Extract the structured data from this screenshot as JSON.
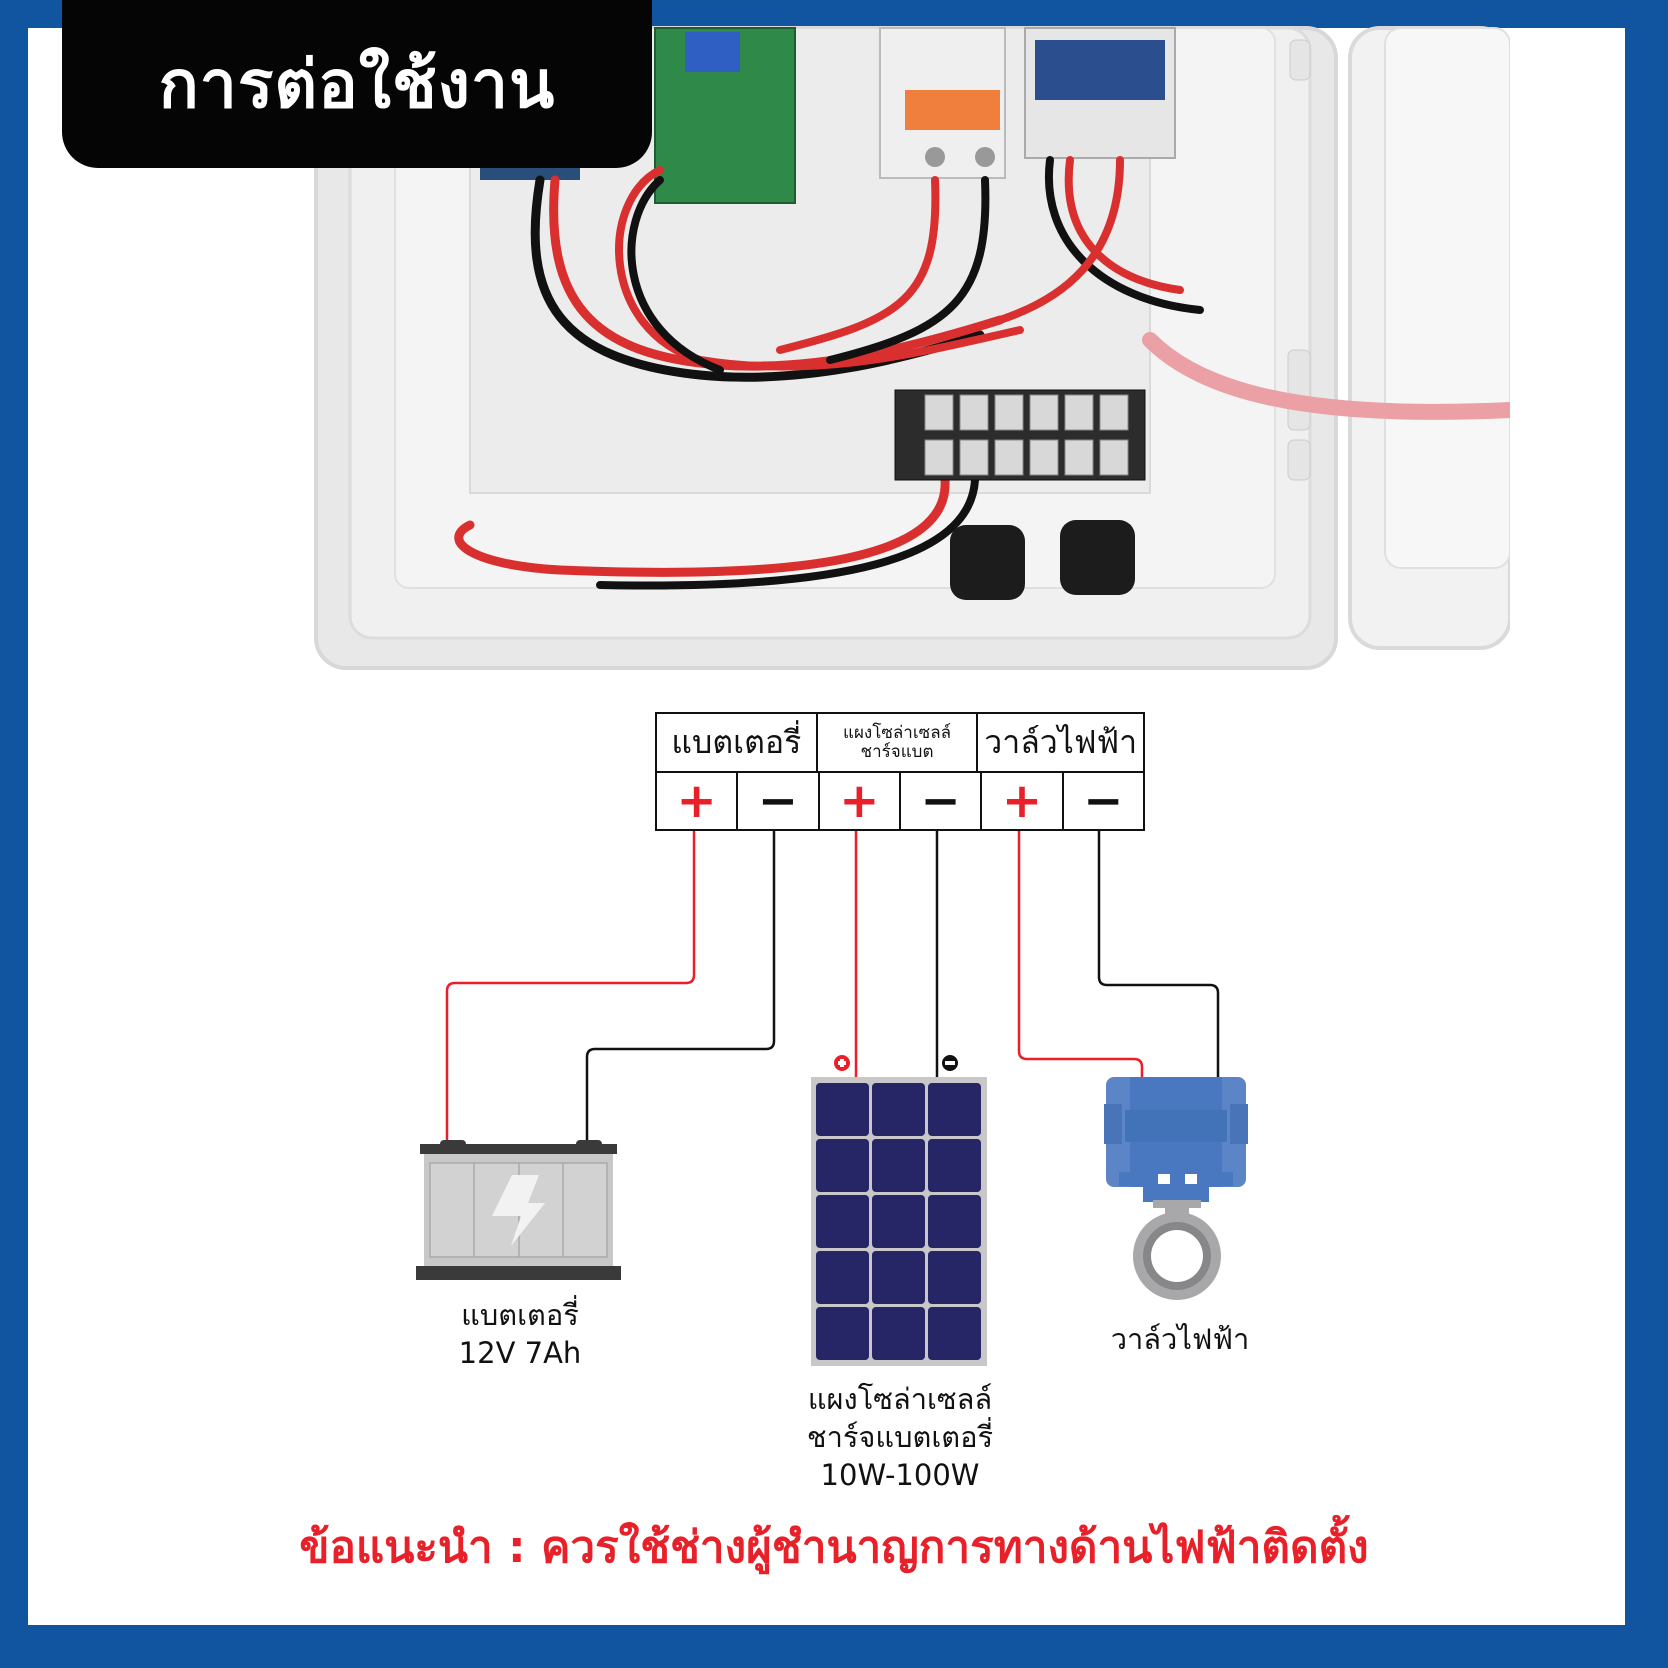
{
  "title": "การต่อใช้งาน",
  "colors": {
    "border": "#1155a0",
    "badge_bg": "#050505",
    "accent_red": "#e8202a",
    "wire_black": "#111111",
    "valve_blue": "#4a78c0",
    "solar_cell": "#262566"
  },
  "terminal_block": {
    "groups": [
      {
        "label": "แบตเตอรี่"
      },
      {
        "label_line1": "แผงโซล่าเซลล์",
        "label_line2": "ชาร์จแบต"
      },
      {
        "label": "วาล์วไฟฟ้า"
      }
    ],
    "terminals": [
      "+",
      "−",
      "+",
      "−",
      "+",
      "−"
    ]
  },
  "components": {
    "battery": {
      "name": "แบตเตอรี่",
      "spec": "12V 7Ah",
      "icon": "battery-icon"
    },
    "solar": {
      "name_line1": "แผงโซล่าเซลล์",
      "name_line2": "ชาร์จแบตเตอรี่",
      "spec": "10W-100W",
      "icon": "solar-panel-icon",
      "plus": "+",
      "minus": "−"
    },
    "valve": {
      "name": "วาล์วไฟฟ้า",
      "icon": "motorized-valve-icon"
    }
  },
  "advice": "ข้อแนะนำ : ควรใช้ช่างผู้ชำนาญการทางด้านไฟฟ้าติดตั้ง"
}
